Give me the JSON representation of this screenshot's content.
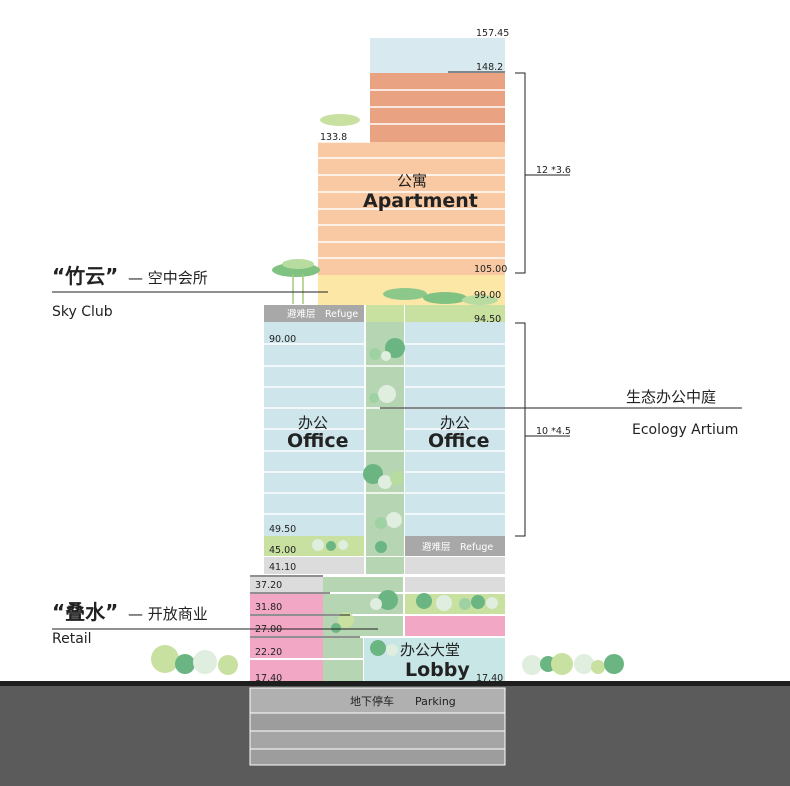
{
  "labels": {
    "apartment_cn": "公寓",
    "apartment_en": "Apartment",
    "office_cn": "办公",
    "office_en": "Office",
    "lobby_cn": "办公大堂",
    "lobby_en": "Lobby",
    "refuge_cn": "避难层",
    "refuge_en": "Refuge",
    "parking_cn": "地下停车",
    "parking_en": "Parking"
  },
  "annotations": {
    "sky_club_title": "“竹云”",
    "sky_club_cn": "— 空中会所",
    "sky_club_en": "Sky Club",
    "retail_title": "“叠水”",
    "retail_cn": "— 开放商业",
    "retail_en": "Retail",
    "atrium_cn": "生态办公中庭",
    "atrium_en": "Ecology Artium"
  },
  "dims": {
    "apartment_floors": "12 *3.6",
    "office_floors": "10 *4.5"
  },
  "levels": {
    "l157": "157.45",
    "l148": "148.2",
    "l133": "133.8",
    "l105": "105.00",
    "l99": "99.00",
    "l94": "94.50",
    "l90": "90.00",
    "l49": "49.50",
    "l45": "45.00",
    "l41": "41.10",
    "l37": "37.20",
    "l31": "31.80",
    "l27": "27.00",
    "l22": "22.20",
    "l17a": "17.40",
    "l17b": "17.40"
  },
  "colors": {
    "apartment_top": "#e9a282",
    "apartment": "#f8c9a2",
    "sky_club": "#fde7a6",
    "office": "#cde5eb",
    "atrium": "#b5d5b3",
    "refuge_gray": "#a8a8a8",
    "refuge_green": "#c8e0a0",
    "retail": "#f2a8c5",
    "parking": "#a9a9a9",
    "ground": "#5a5a5a"
  }
}
